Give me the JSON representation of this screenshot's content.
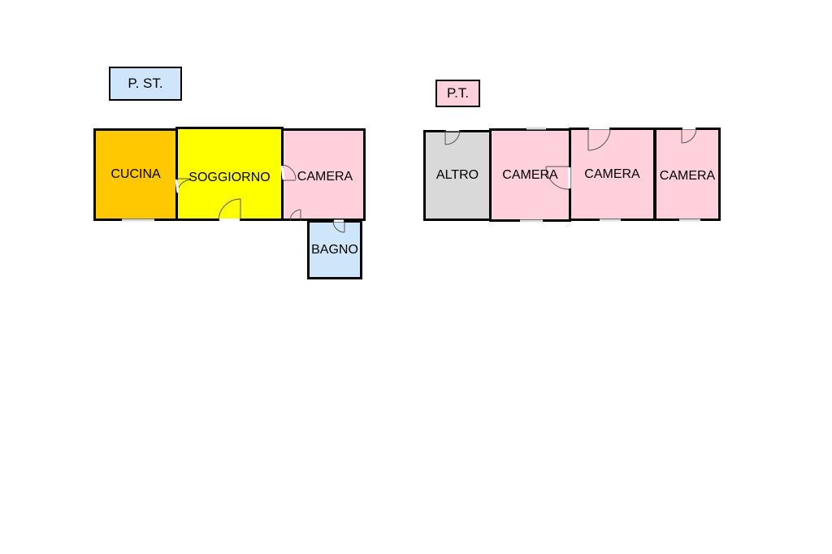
{
  "colors": {
    "kitchen": "#FFC800",
    "living": "#FFFF00",
    "bedroom": "#FFD1DC",
    "bath": "#CFE6FA",
    "other": "#D9D9D9",
    "label_upper": "#CFE6FA",
    "label_ground": "#FFD1DC"
  },
  "upper_floor": {
    "label": "P. ST.",
    "rooms": {
      "kitchen": "CUCINA",
      "living": "SOGGIORNO",
      "bedroom": "CAMERA",
      "bath": "BAGNO"
    }
  },
  "ground_floor": {
    "label": "P.T.",
    "rooms": {
      "other": "ALTRO",
      "bedroom_1": "CAMERA",
      "bedroom_2": "CAMERA",
      "bedroom_3": "CAMERA"
    }
  }
}
